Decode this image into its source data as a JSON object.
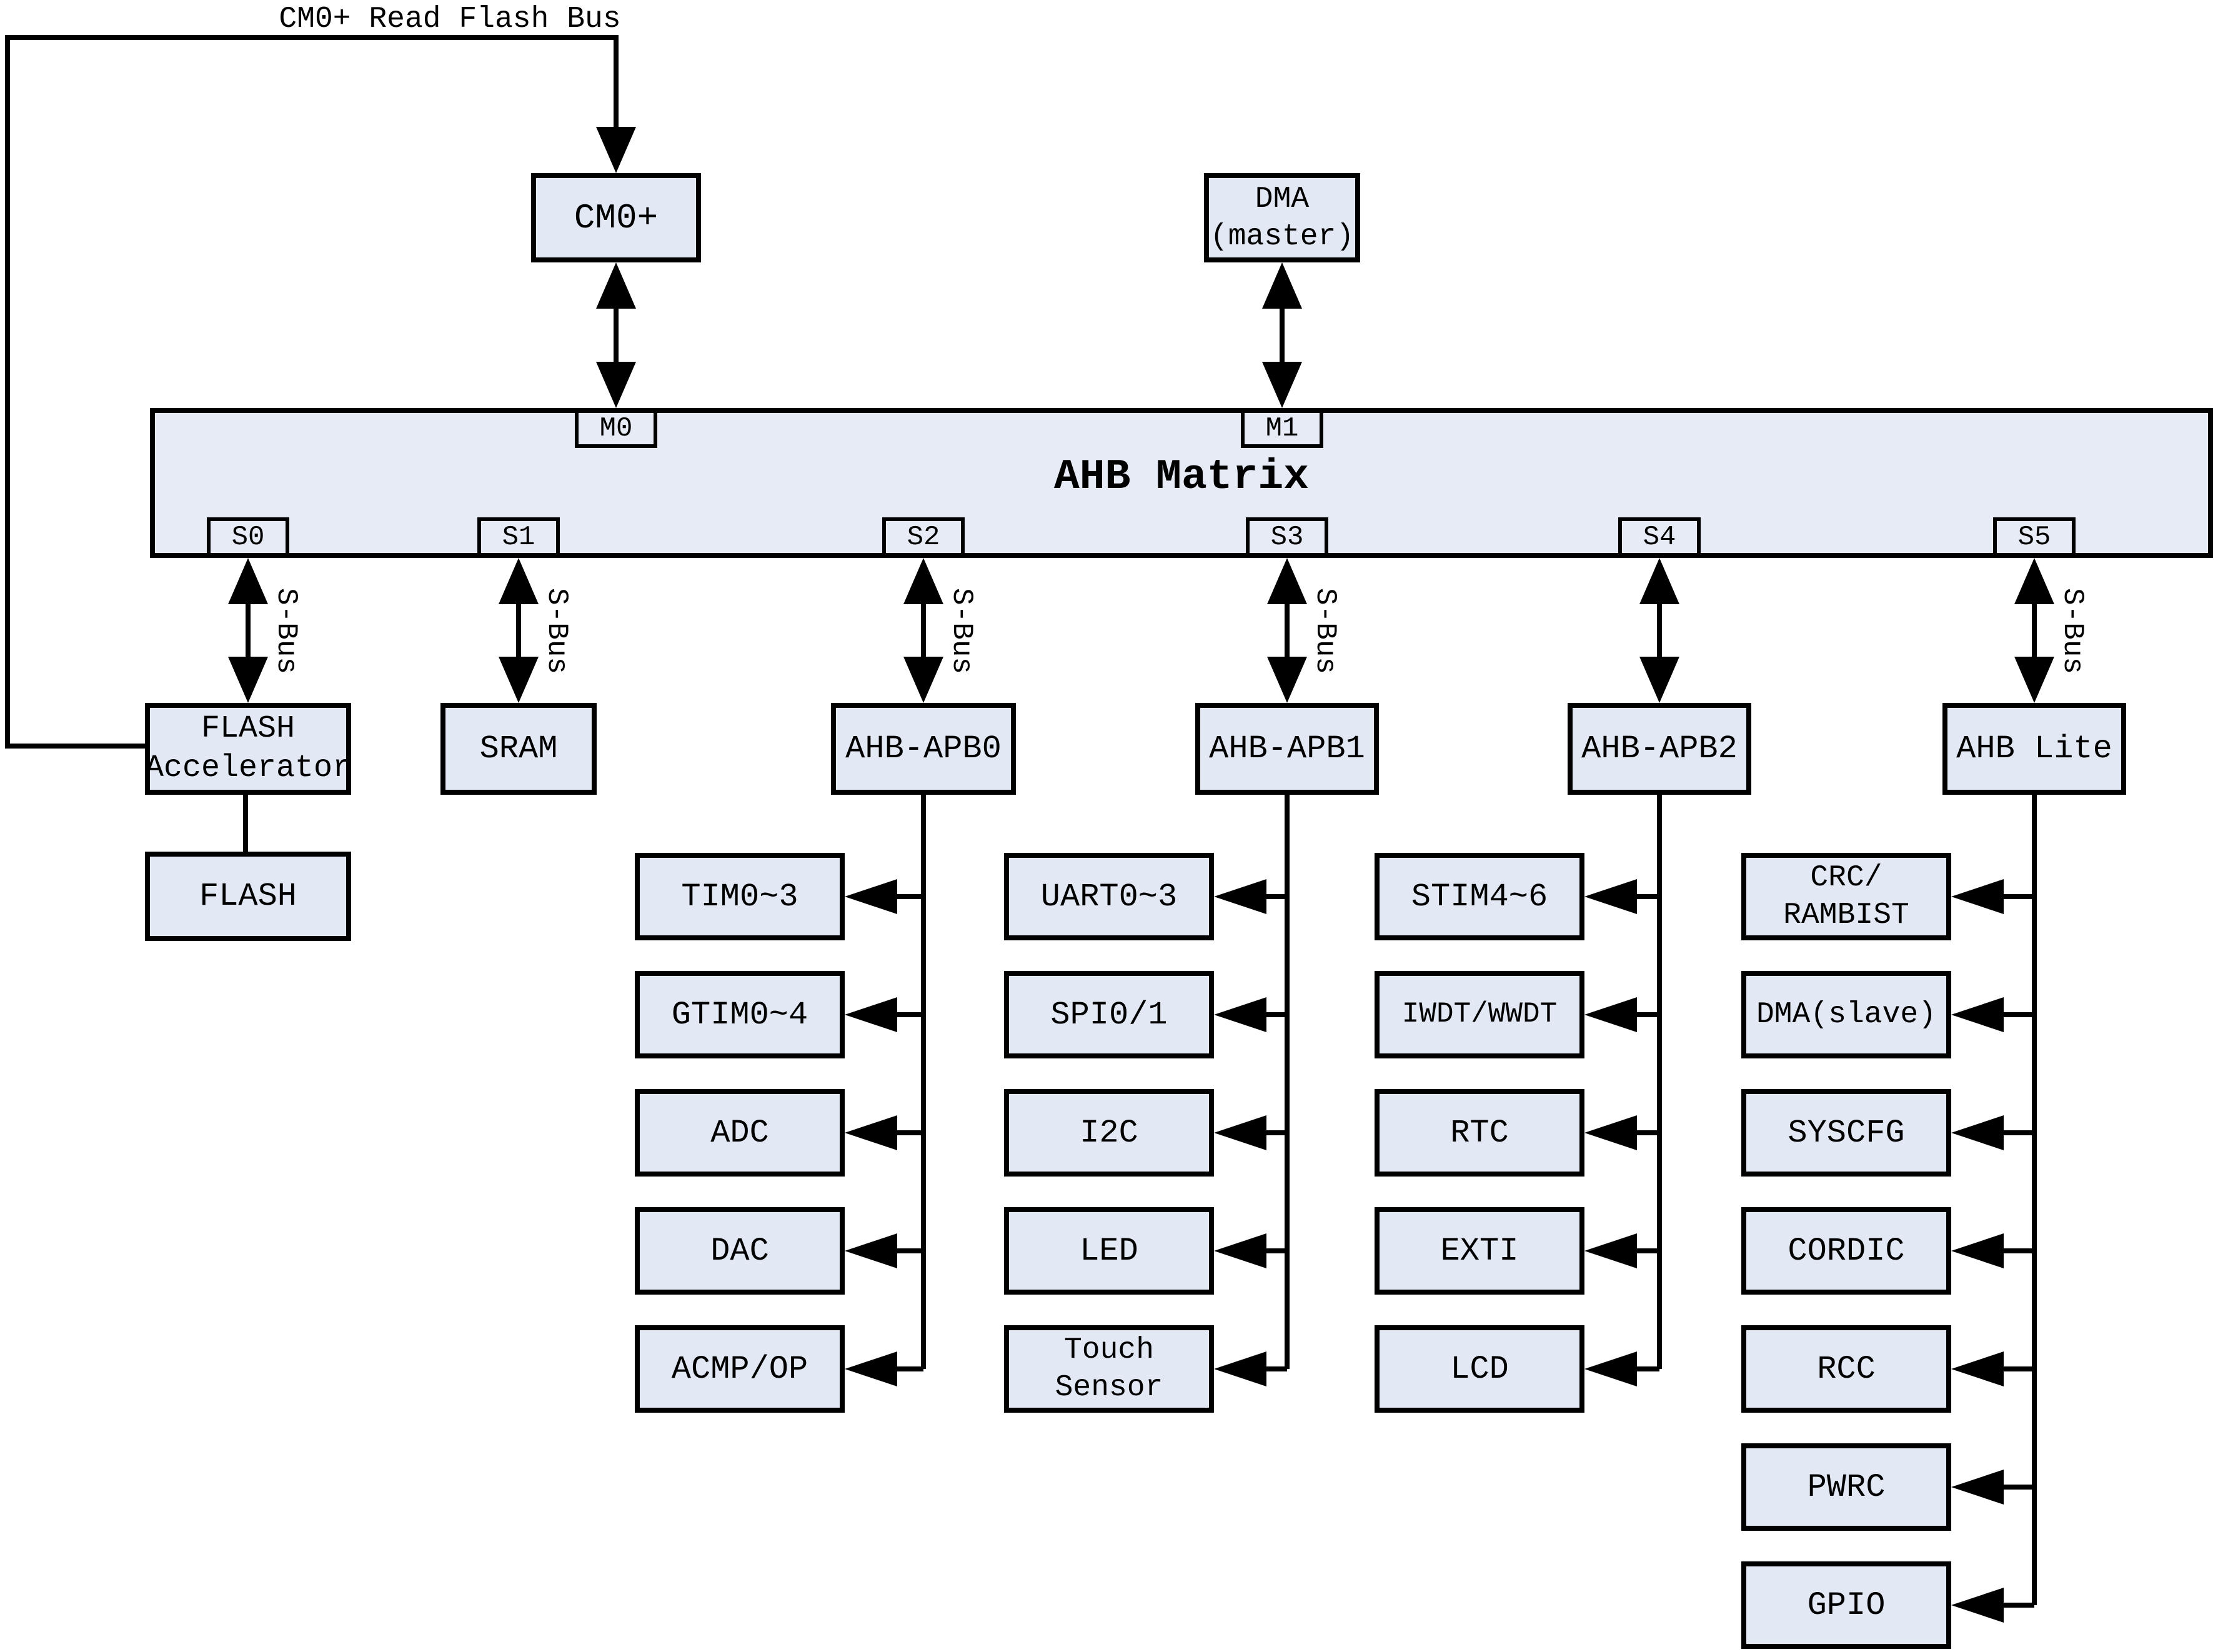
{
  "diagram": {
    "top_bus_label": "CM0+ Read Flash Bus",
    "sbus_label": "S-Bus",
    "masters": {
      "cm0_label": "CM0+",
      "dma_label": "DMA\n(master)"
    },
    "matrix": {
      "title": "AHB Matrix",
      "master_ports": [
        "M0",
        "M1"
      ],
      "slave_ports": [
        "S0",
        "S1",
        "S2",
        "S3",
        "S4",
        "S5"
      ]
    },
    "hubs": {
      "flash_accelerator": "FLASH\nAccelerator",
      "flash": "FLASH",
      "sram": "SRAM",
      "ahb_apb0": "AHB-APB0",
      "ahb_apb1": "AHB-APB1",
      "ahb_apb2": "AHB-APB2",
      "ahb_lite": "AHB Lite"
    },
    "apb0_peripherals": [
      "TIM0~3",
      "GTIM0~4",
      "ADC",
      "DAC",
      "ACMP/OP"
    ],
    "apb1_peripherals": [
      "UART0~3",
      "SPI0/1",
      "I2C",
      "LED",
      "Touch\nSensor"
    ],
    "apb2_peripherals": [
      "STIM4~6",
      "IWDT/WWDT",
      "RTC",
      "EXTI",
      "LCD"
    ],
    "ahb_lite_peripherals": [
      "CRC/\nRAMBIST",
      "DMA(slave)",
      "SYSCFG",
      "CORDIC",
      "RCC",
      "PWRC",
      "GPIO"
    ]
  },
  "colors": {
    "box_fill": "#e3e9f4",
    "bar_fill": "#e6ebf5",
    "line": "#000000"
  }
}
